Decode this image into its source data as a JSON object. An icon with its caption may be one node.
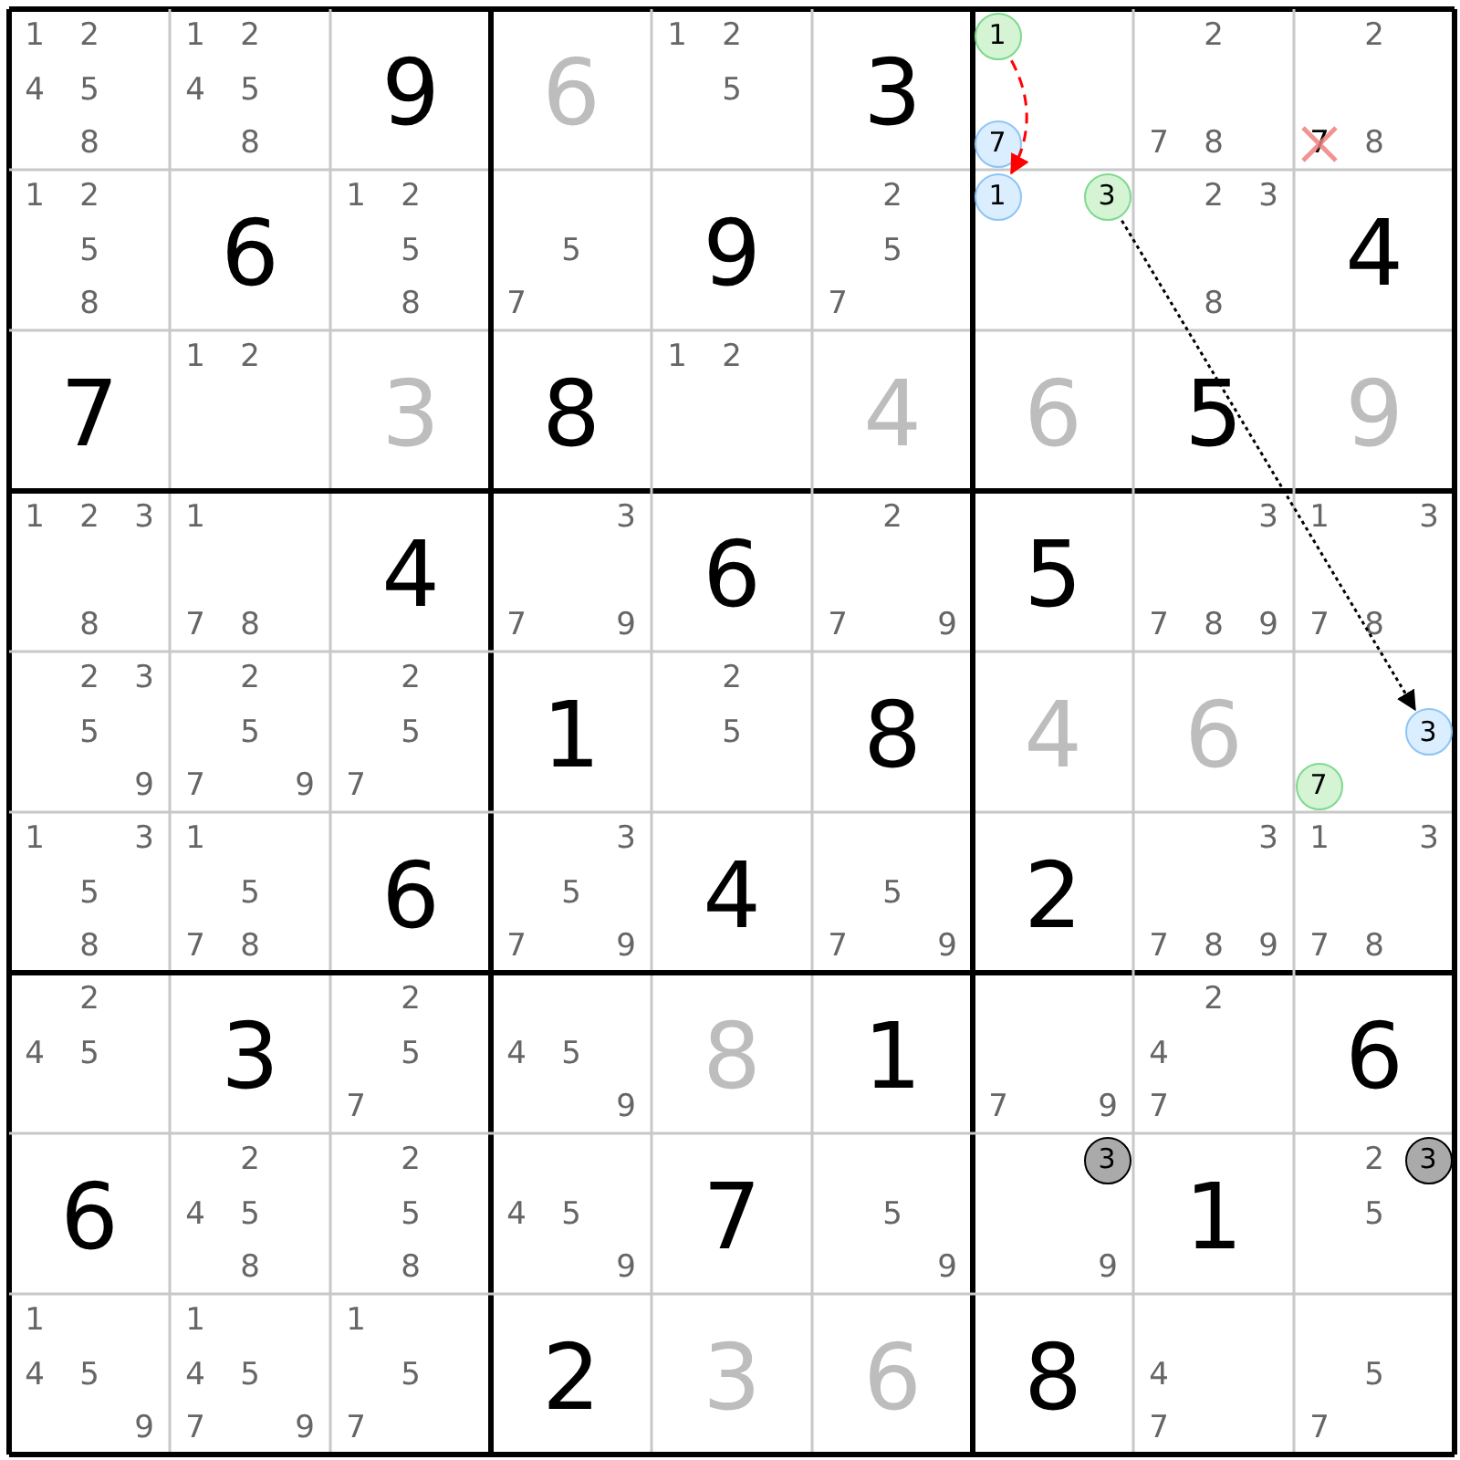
{
  "diagram": {
    "nodes": [
      {
        "text": [
          "1"
        ]
      },
      {
        "text": [
          "7"
        ]
      },
      {
        "text": [
          "1"
        ]
      },
      {
        "text": [
          "3"
        ]
      },
      {
        "text": [
          "3"
        ]
      },
      {
        "text": [
          "7"
        ]
      },
      {
        "text": [
          "3"
        ]
      },
      {
        "text": [
          "3"
        ]
      }
    ],
    "edges": [
      {
        "from": 0,
        "to": 2,
        "arrow": "to",
        "style": "dashed",
        "color": "#ff0000"
      },
      {
        "from": 3,
        "to": 4,
        "arrow": "to",
        "style": "dashed",
        "color": "#000000"
      }
    ],
    "labels": [
      "1",
      "2",
      "4",
      "5",
      "8",
      "1",
      "2",
      "4",
      "5",
      "8",
      "9",
      "6",
      "1",
      "2",
      "5",
      "3",
      "2",
      "7",
      "8",
      "2",
      "7",
      "8",
      "1",
      "2",
      "5",
      "8",
      "6",
      "1",
      "2",
      "5",
      "8",
      "5",
      "7",
      "9",
      "2",
      "5",
      "7",
      "2",
      "3",
      "8",
      "4",
      "7",
      "1",
      "2",
      "3",
      "8",
      "1",
      "2",
      "4",
      "6",
      "5",
      "9",
      "1",
      "2",
      "3",
      "8",
      "1",
      "7",
      "8",
      "4",
      "3",
      "7",
      "9",
      "6",
      "2",
      "7",
      "9",
      "5",
      "3",
      "7",
      "8",
      "9",
      "1",
      "3",
      "7",
      "8",
      "2",
      "3",
      "5",
      "9",
      "2",
      "5",
      "7",
      "9",
      "2",
      "5",
      "7",
      "1",
      "2",
      "5",
      "8",
      "4",
      "6",
      "1",
      "3",
      "5",
      "8",
      "1",
      "5",
      "7",
      "8",
      "6",
      "3",
      "5",
      "7",
      "9",
      "4",
      "5",
      "7",
      "9",
      "2",
      "3",
      "7",
      "8",
      "9",
      "1",
      "3",
      "7",
      "8",
      "2",
      "4",
      "5",
      "3",
      "2",
      "5",
      "7",
      "4",
      "5",
      "9",
      "8",
      "1",
      "7",
      "9",
      "2",
      "4",
      "7",
      "6",
      "6",
      "2",
      "4",
      "5",
      "8",
      "2",
      "5",
      "8",
      "4",
      "5",
      "9",
      "7",
      "5",
      "9",
      "9",
      "1",
      "2",
      "5",
      "1",
      "4",
      "5",
      "9",
      "1",
      "4",
      "5",
      "7",
      "9",
      "1",
      "5",
      "7",
      "2",
      "3",
      "6",
      "8",
      "4",
      "7",
      "5",
      "7"
    ]
  }
}
